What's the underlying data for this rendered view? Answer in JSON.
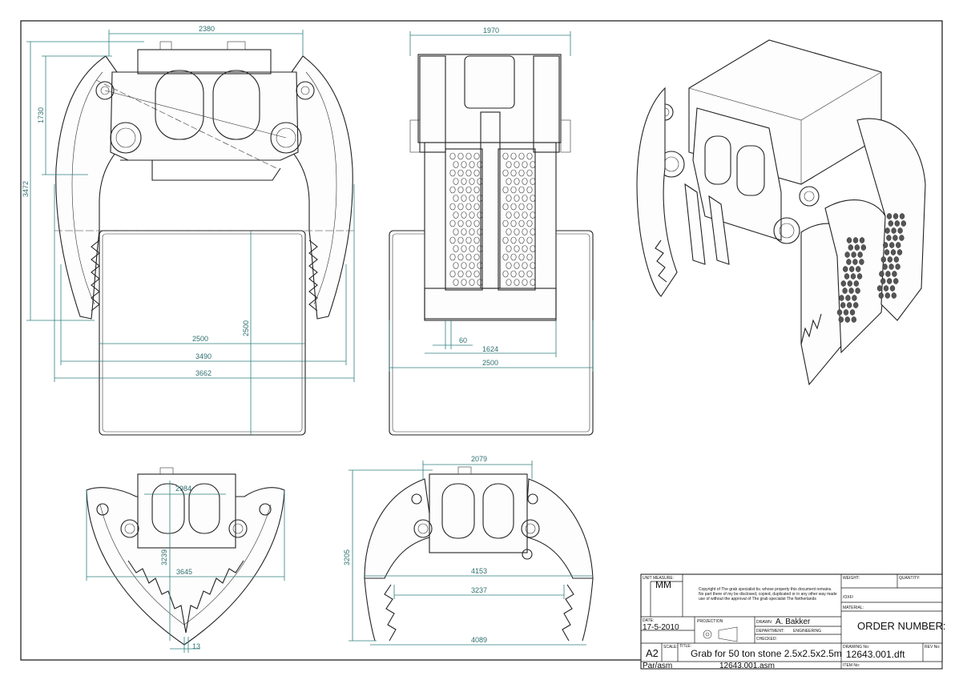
{
  "dimensions": {
    "front_width": "2380",
    "front_height_upper": "1730",
    "front_height_total": "3472",
    "front_bucket_width": "2500",
    "front_bucket_height": "2500",
    "front_open_inner": "3490",
    "front_open_outer": "3662",
    "side_width": "1970",
    "side_offset": "60",
    "side_inner": "1624",
    "side_bucket_width": "2500",
    "bl_width": "2984",
    "bl_height": "3239",
    "bl_open": "3645",
    "bl_tip": "13",
    "br_top": "2079",
    "br_height": "3205",
    "br_open_outer": "4153",
    "br_open_inner": "3237",
    "br_bottom": "4089"
  },
  "title_block": {
    "unit_label": "UNIT MEASURE:",
    "unit_value": "MM",
    "copyright_1": "Copyright of The grab specialist bv, whose property this document remains.",
    "copyright_2": "No part there of my be disclosed, copied, duplicated or in any other way made",
    "copyright_3": "use of without the approval of The grab specialist The Netherlands",
    "weight_label": "WEIGHT:",
    "quantity_label": "QUANTITY:",
    "oxf_label": "/OXF/",
    "material_label": "MATERIAL:",
    "date_label": "DATE:",
    "date_value": "17-5-2010",
    "projection_label": "PROJECTION",
    "drawn_label": "DRAWN:",
    "drawn_value": "A. Bakker",
    "department_label": "DEPARTMENT:",
    "department_value": "ENGINEERING",
    "checked_label": "CHECKED:",
    "order_label": "ORDER NUMBER:",
    "size_value": "A2",
    "scale_label": "SCALE:",
    "title_label": "TITLE:",
    "title_value": "Grab for 50 ton stone 2.5x2.5x2.5m",
    "drawing_no_label": "DRAWING No:",
    "drawing_no_value": "12643.001.dft",
    "rev_label": "REV No:",
    "parasm_label": "Par/asm",
    "asm_value": "12643.001.asm",
    "item_label": "ITEM No:"
  }
}
